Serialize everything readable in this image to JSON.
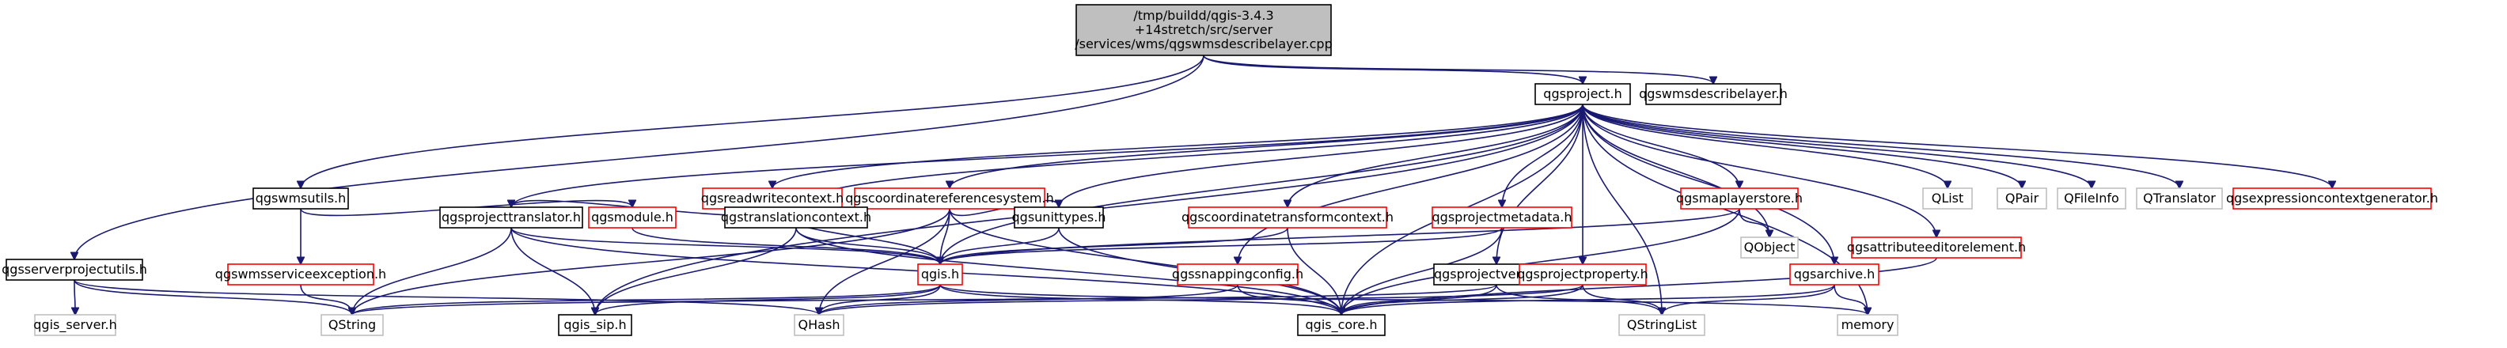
{
  "colors": {
    "edge": "#191970",
    "source_fill": "#bfbfbf",
    "black_border": "#000000",
    "red_border": "#ff0000",
    "gray_border": "#bfbfbf",
    "gray_text": "#000000",
    "background": "#ffffff"
  },
  "nodes": {
    "src": {
      "lines": [
        "/tmp/buildd/qgis-3.4.3",
        "+14stretch/src/server",
        "/services/wms/qgswmsdescribelayer.cpp"
      ],
      "style": "source"
    },
    "wmsdescribelayer": {
      "lines": [
        "qgswmsdescribelayer.h"
      ],
      "style": "black"
    },
    "project": {
      "lines": [
        "qgsproject.h"
      ],
      "style": "black"
    },
    "wmsutils": {
      "lines": [
        "qgswmsutils.h"
      ],
      "style": "black"
    },
    "serverprojectutils": {
      "lines": [
        "qgsserverprojectutils.h"
      ],
      "style": "black"
    },
    "readwritecontext": {
      "lines": [
        "qgsreadwritecontext.h"
      ],
      "style": "red"
    },
    "crs": {
      "lines": [
        "qgscoordinatereferencesystem.h"
      ],
      "style": "red"
    },
    "maplayerstore": {
      "lines": [
        "qgsmaplayerstore.h"
      ],
      "style": "red"
    },
    "qlist": {
      "lines": [
        "QList"
      ],
      "style": "gray"
    },
    "qpair": {
      "lines": [
        "QPair"
      ],
      "style": "gray"
    },
    "qfileinfo": {
      "lines": [
        "QFileInfo"
      ],
      "style": "gray"
    },
    "qtranslator": {
      "lines": [
        "QTranslator"
      ],
      "style": "gray"
    },
    "exprctxgen": {
      "lines": [
        "qgsexpressioncontextgenerator.h"
      ],
      "style": "red"
    },
    "qobject": {
      "lines": [
        "QObject"
      ],
      "style": "gray"
    },
    "attreditor": {
      "lines": [
        "qgsattributeeditorelement.h"
      ],
      "style": "red"
    },
    "projecttranslator": {
      "lines": [
        "qgsprojecttranslator.h"
      ],
      "style": "black"
    },
    "module": {
      "lines": [
        "qgsmodule.h"
      ],
      "style": "red"
    },
    "translationcontext": {
      "lines": [
        "qgstranslationcontext.h"
      ],
      "style": "black"
    },
    "unittypes": {
      "lines": [
        "qgsunittypes.h"
      ],
      "style": "black"
    },
    "ctcontext": {
      "lines": [
        "qgscoordinatetransformcontext.h"
      ],
      "style": "red"
    },
    "projectmetadata": {
      "lines": [
        "qgsprojectmetadata.h"
      ],
      "style": "red"
    },
    "wmsserviceexception": {
      "lines": [
        "qgswmsserviceexception.h"
      ],
      "style": "red"
    },
    "qgis": {
      "lines": [
        "qgis.h"
      ],
      "style": "red"
    },
    "snappingconfig": {
      "lines": [
        "qgssnappingconfig.h"
      ],
      "style": "red"
    },
    "projectversion": {
      "lines": [
        "qgsprojectversion.h"
      ],
      "style": "black"
    },
    "projectproperty": {
      "lines": [
        "qgsprojectproperty.h"
      ],
      "style": "red"
    },
    "archive": {
      "lines": [
        "qgsarchive.h"
      ],
      "style": "red"
    },
    "qgisserver": {
      "lines": [
        "qgis_server.h"
      ],
      "style": "gray"
    },
    "qstring": {
      "lines": [
        "QString"
      ],
      "style": "gray"
    },
    "qgissip": {
      "lines": [
        "qgis_sip.h"
      ],
      "style": "black"
    },
    "qhash": {
      "lines": [
        "QHash"
      ],
      "style": "gray"
    },
    "qgiscore": {
      "lines": [
        "qgis_core.h"
      ],
      "style": "black"
    },
    "qstringlist": {
      "lines": [
        "QStringList"
      ],
      "style": "gray"
    },
    "memory": {
      "lines": [
        "memory"
      ],
      "style": "gray"
    }
  }
}
